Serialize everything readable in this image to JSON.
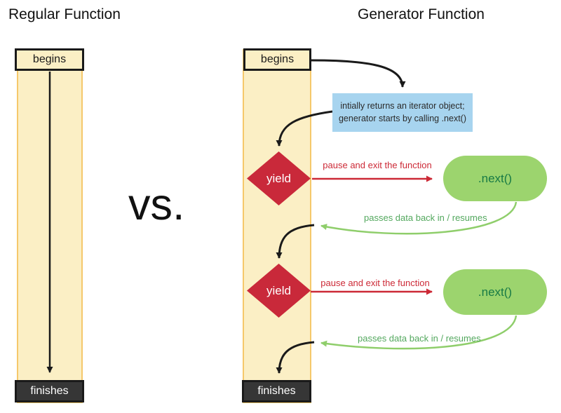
{
  "colors": {
    "column_fill": "#FBEFC5",
    "column_border": "#F5C86B",
    "box_border": "#1a1a1a",
    "finish_fill": "#363636",
    "finish_text": "#ffffff",
    "note_fill": "#A7D4EF",
    "note_text": "#2b2b2b",
    "diamond_fill": "#C9293A",
    "diamond_text": "#ffffff",
    "pill_fill": "#9CD46E",
    "pill_text": "#177A45",
    "red_arrow": "#CC2936",
    "green_arrow": "#8FCE6B",
    "green_label": "#53A85E",
    "black_arrow": "#1a1a1a",
    "title_text": "#111111"
  },
  "left_panel": {
    "title": "Regular Function",
    "begins": "begins",
    "finishes": "finishes"
  },
  "divider": {
    "vs": "vs."
  },
  "right_panel": {
    "title": "Generator Function",
    "begins": "begins",
    "finishes": "finishes",
    "note_line1": "intially returns an iterator object;",
    "note_line2": "generator starts by calling .next()",
    "yield_1": "yield",
    "yield_2": "yield",
    "next_1": ".next()",
    "next_2": ".next()",
    "pause_label_1": "pause and exit the function",
    "pause_label_2": "pause and exit the function",
    "resume_label_1": "passes data back in / resumes",
    "resume_label_2": "passes data back in / resumes"
  }
}
